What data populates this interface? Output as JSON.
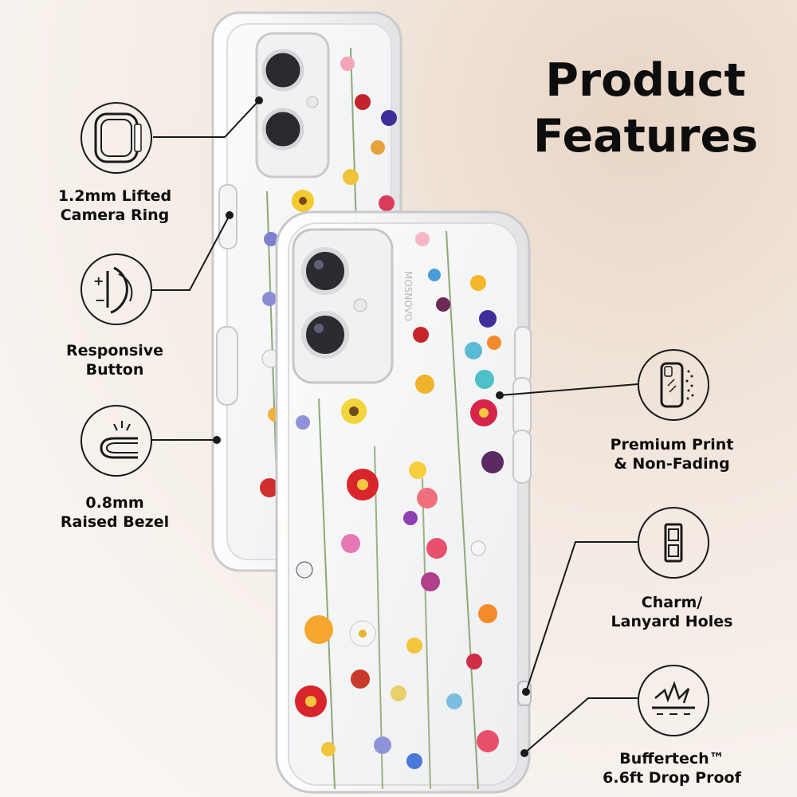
{
  "title": {
    "line1": "Product",
    "line2": "Features"
  },
  "features": {
    "camera": {
      "line1": "1.2mm Lifted",
      "line2": "Camera Ring",
      "icon": "camera-ring-icon"
    },
    "button": {
      "line1": "Responsive",
      "line2": "Button",
      "icon": "button-press-icon"
    },
    "bezel": {
      "line1": "0.8mm",
      "line2": "Raised Bezel",
      "icon": "raised-bezel-icon"
    },
    "print": {
      "line1": "Premium Print",
      "line2": "& Non-Fading",
      "icon": "phone-print-icon"
    },
    "lanyard": {
      "line1": "Charm/",
      "line2": "Lanyard Holes",
      "icon": "lanyard-holes-icon"
    },
    "drop": {
      "line1": "Buffertech™",
      "line2": "6.6ft Drop Proof",
      "icon": "drop-proof-icon"
    }
  },
  "brand_print": "MOSNOVO",
  "colors": {
    "text": "#0d0d0d",
    "background": "#f6efe9",
    "accent": "#e8d3c2"
  }
}
